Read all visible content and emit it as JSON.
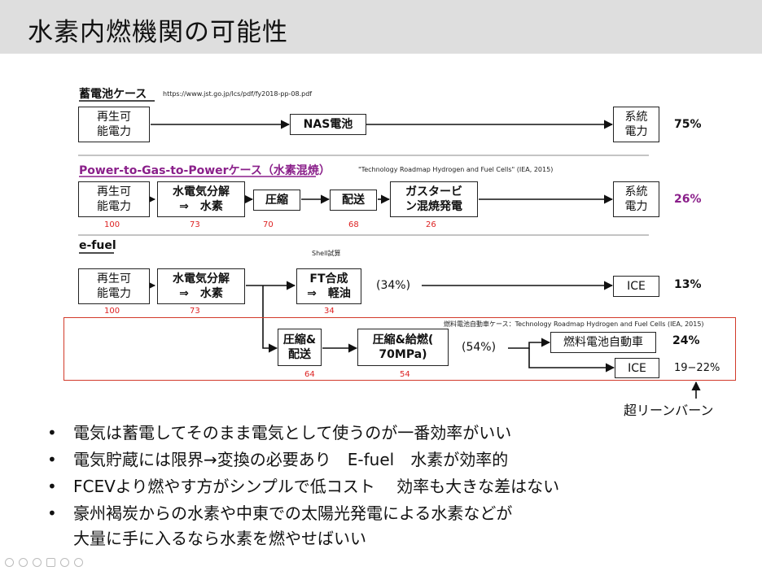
{
  "title": "水素内燃機関の可能性",
  "sections": {
    "battery": {
      "header": "蓄電池ケース",
      "source": "https://www.jst.go.jp/lcs/pdf/fy2018-pp-08.pdf",
      "box_renewable": "再生可\n能電力",
      "box_nas": "NAS電池",
      "box_grid": "系統\n電力",
      "efficiency": "75%"
    },
    "p2g": {
      "header": "Power-to-Gas-to-Powerケース（水素混焼）",
      "source": "\"Technology Roadmap Hydrogen and Fuel Cells\" (IEA, 2015)",
      "box_renewable": "再生可\n能電力",
      "box_electrolysis": "水電気分解\n⇒　水素",
      "box_compress": "圧縮",
      "box_transport": "配送",
      "box_gasturbine": "ガスタービ\nン混焼発電",
      "box_grid": "系統\n電力",
      "values": [
        "100",
        "73",
        "70",
        "68",
        "26"
      ],
      "efficiency": "26%",
      "accent": "#8a1f8a"
    },
    "efuel": {
      "header": "e-fuel",
      "shell_note": "Shell試算",
      "box_renewable": "再生可\n能電力",
      "box_electrolysis": "水電気分解\n⇒　水素",
      "box_ft": "FT合成\n⇒　軽油",
      "mid_label": "(34%)",
      "box_ice": "ICE",
      "values": [
        "100",
        "73",
        "34"
      ],
      "efficiency": "13%"
    },
    "fcv": {
      "source": "燃料電池自動車ケース：Technology Roadmap Hydrogen and Fuel Cells (IEA, 2015)",
      "box_compress_transport": "圧縮&\n配送",
      "box_compress_fill": "圧縮&給燃(\n70MPa)",
      "mid_label": "(54%)",
      "box_fcv": "燃料電池自動車",
      "box_ice": "ICE",
      "values": [
        "64",
        "54"
      ],
      "efficiency_fcv": "24%",
      "efficiency_ice": "19−22%",
      "note": "超リーンバーン",
      "border_color": "#d23a2a"
    }
  },
  "bullets": [
    "電気は蓄電してそのまま電気として使うのが一番効率がいい",
    "電気貯蔵には限界→変換の必要あり　E-fuel　水素が効率的",
    "FCEVより燃やす方がシンプルで低コスト　 効率も大きな差はない",
    "豪州褐炭からの水素や中東での太陽光発電による水素などが"
  ],
  "bullet_continuation": "大量に手に入るなら水素を燃やせばいい",
  "bullet_mark": "•",
  "nav_icons": [
    "prev-icon",
    "next-icon",
    "pen-icon",
    "slides-icon",
    "zoom-icon",
    "more-icon"
  ]
}
